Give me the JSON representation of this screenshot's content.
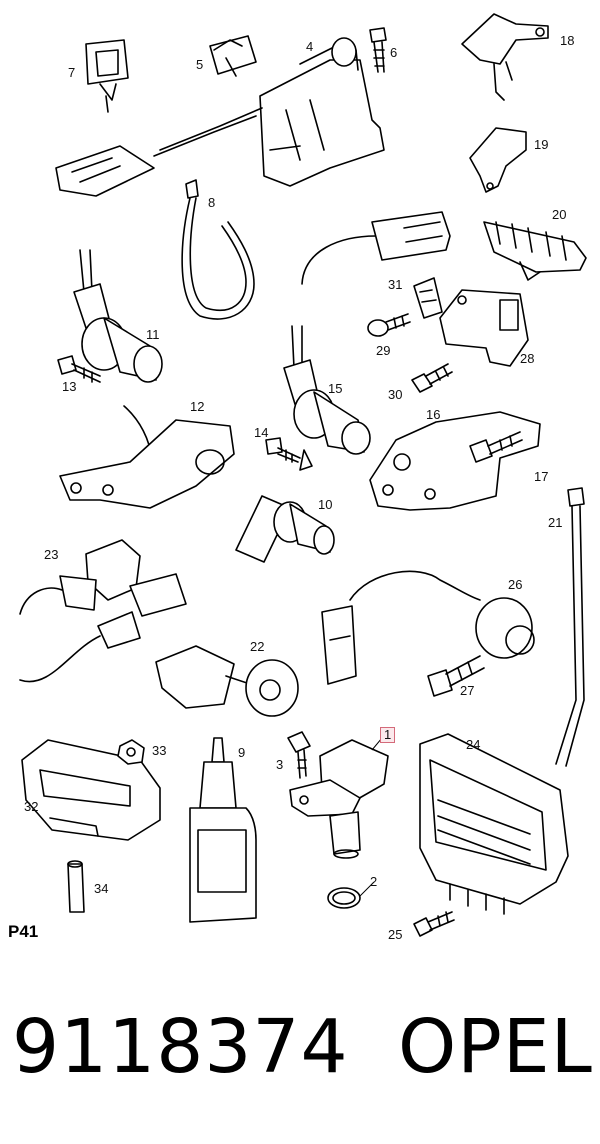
{
  "diagram": {
    "page_code": "P41",
    "callouts": [
      {
        "id": "c1",
        "label": "1",
        "highlighted": true
      },
      {
        "id": "c2",
        "label": "2"
      },
      {
        "id": "c3",
        "label": "3"
      },
      {
        "id": "c4",
        "label": "4"
      },
      {
        "id": "c5",
        "label": "5"
      },
      {
        "id": "c6",
        "label": "6"
      },
      {
        "id": "c7",
        "label": "7"
      },
      {
        "id": "c8",
        "label": "8"
      },
      {
        "id": "c9",
        "label": "9"
      },
      {
        "id": "c10",
        "label": "10"
      },
      {
        "id": "c11",
        "label": "11"
      },
      {
        "id": "c12",
        "label": "12"
      },
      {
        "id": "c13",
        "label": "13"
      },
      {
        "id": "c14",
        "label": "14"
      },
      {
        "id": "c15",
        "label": "15"
      },
      {
        "id": "c16",
        "label": "16"
      },
      {
        "id": "c17",
        "label": "17"
      },
      {
        "id": "c18",
        "label": "18"
      },
      {
        "id": "c19",
        "label": "19"
      },
      {
        "id": "c20",
        "label": "20"
      },
      {
        "id": "c21",
        "label": "21"
      },
      {
        "id": "c22",
        "label": "22"
      },
      {
        "id": "c23",
        "label": "23"
      },
      {
        "id": "c24",
        "label": "24"
      },
      {
        "id": "c25",
        "label": "25"
      },
      {
        "id": "c26",
        "label": "26"
      },
      {
        "id": "c27",
        "label": "27"
      },
      {
        "id": "c28",
        "label": "28"
      },
      {
        "id": "c29",
        "label": "29"
      },
      {
        "id": "c30",
        "label": "30"
      },
      {
        "id": "c31",
        "label": "31"
      },
      {
        "id": "c32",
        "label": "32"
      },
      {
        "id": "c33",
        "label": "33"
      },
      {
        "id": "c34",
        "label": "34"
      }
    ],
    "highlight_color": "#d46a7a"
  },
  "footer": {
    "part_number": "9118374",
    "brand": "OPEL"
  }
}
